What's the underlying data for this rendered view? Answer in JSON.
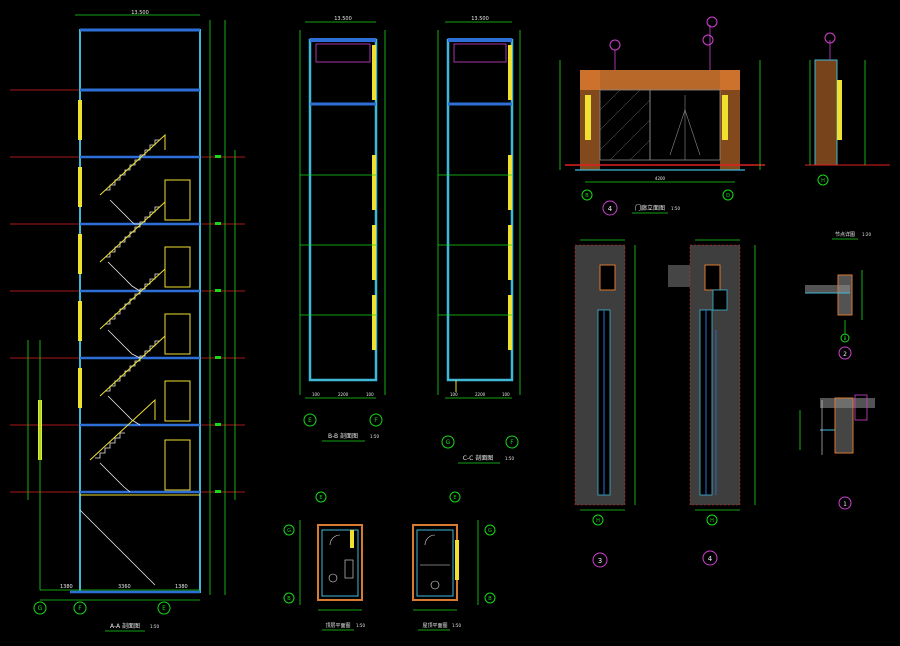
{
  "colors": {
    "background": "#000000",
    "wall_cyan": "#3fb8d8",
    "slab_blue": "#2d6fd6",
    "green": "#18d818",
    "yellow": "#f0e030",
    "red": "#e02020",
    "magenta": "#d040d0",
    "white": "#e8e8e8",
    "hatch_orange": "#d87a30",
    "hatch_gray": "#8a8a8a"
  },
  "drawings": {
    "section_aa": {
      "top_dim": "13.500",
      "caption": "A-A 剖面图",
      "scale": "1:50",
      "axis_left": "G",
      "axis_mid": "F",
      "axis_right": "E",
      "bottom_dims": [
        "1380",
        "3360",
        "1380"
      ]
    },
    "section_bb": {
      "top_dim": "13.500",
      "caption": "B-B 剖面图",
      "scale": "1:50",
      "axis_left": "E",
      "axis_right": "F",
      "bottom_dims": [
        "100",
        "2200",
        "100"
      ]
    },
    "section_cc": {
      "top_dim": "13.500",
      "caption": "C-C 剖面图",
      "scale": "1:50",
      "axis_left": "G",
      "axis_right": "F",
      "bottom_dims": [
        "100",
        "2200",
        "100"
      ]
    },
    "elevation_4": {
      "caption": "门廊立面图",
      "scale": "1:50",
      "detail_no": "4",
      "axis_left": "B",
      "axis_right": "D",
      "dim": "4200"
    },
    "detail_h": {
      "axis": "H"
    },
    "plan_top_left": {
      "caption": "顶层平面图",
      "scale": "1:50",
      "axis_top": "E",
      "axis_left": "G",
      "axis_bottom": "B"
    },
    "plan_top_right": {
      "caption": "屋顶平面图",
      "scale": "1:50",
      "axis_top": "E",
      "axis_right": "G",
      "axis_bottom": "B"
    },
    "wall_section_3": {
      "detail_no": "3",
      "axis": "H"
    },
    "wall_section_4": {
      "detail_no": "4",
      "axis": "H"
    },
    "detail_2": {
      "title": "节点详图",
      "scale": "1:20",
      "detail_no": "2",
      "axis": "B"
    },
    "detail_1": {
      "detail_no": "1"
    }
  }
}
